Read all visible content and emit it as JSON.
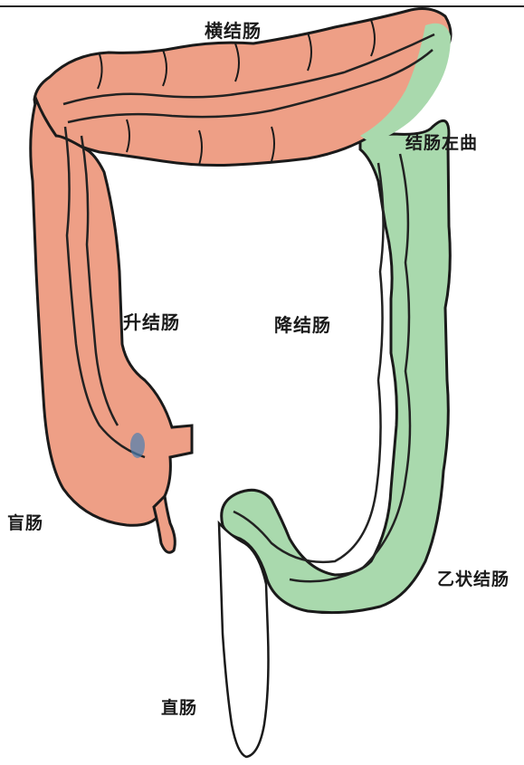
{
  "labels": {
    "transverse_colon": "横结肠",
    "left_colic_flexure": "结肠左曲",
    "ascending_colon": "升结肠",
    "descending_colon": "降结肠",
    "cecum": "盲肠",
    "sigmoid_colon": "乙状结肠",
    "rectum": "直肠"
  },
  "colors": {
    "orange_segments": "#ee9f86",
    "green_segments": "#a9d9ad",
    "outline": "#1a1a1a",
    "rectum_fill": "#ffffff"
  }
}
